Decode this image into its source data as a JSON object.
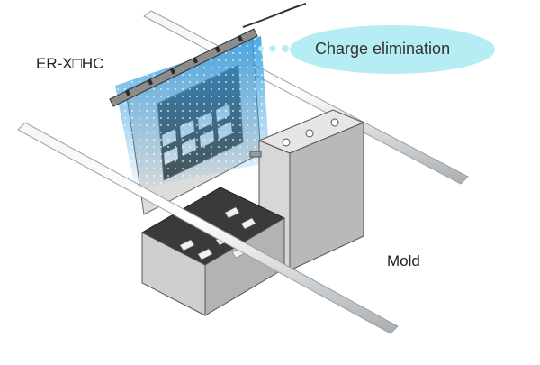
{
  "diagram": {
    "product_label": "ER-X□HC",
    "callout_label": "Charge elimination",
    "mold_label": "Mold",
    "colors": {
      "bubble": "#b6ecf3",
      "ion_flow": "#2f9ae0",
      "pipe": "#cfd3d6",
      "metal_light": "#e6e6e6",
      "metal_mid": "#c8c8c8",
      "metal_dark": "#9a9a9a",
      "box_dark": "#3a3a3a",
      "outline": "#555555"
    },
    "icons": [
      "ionizer-bar",
      "mold-block",
      "parts-box",
      "guide-rail",
      "cable"
    ]
  }
}
